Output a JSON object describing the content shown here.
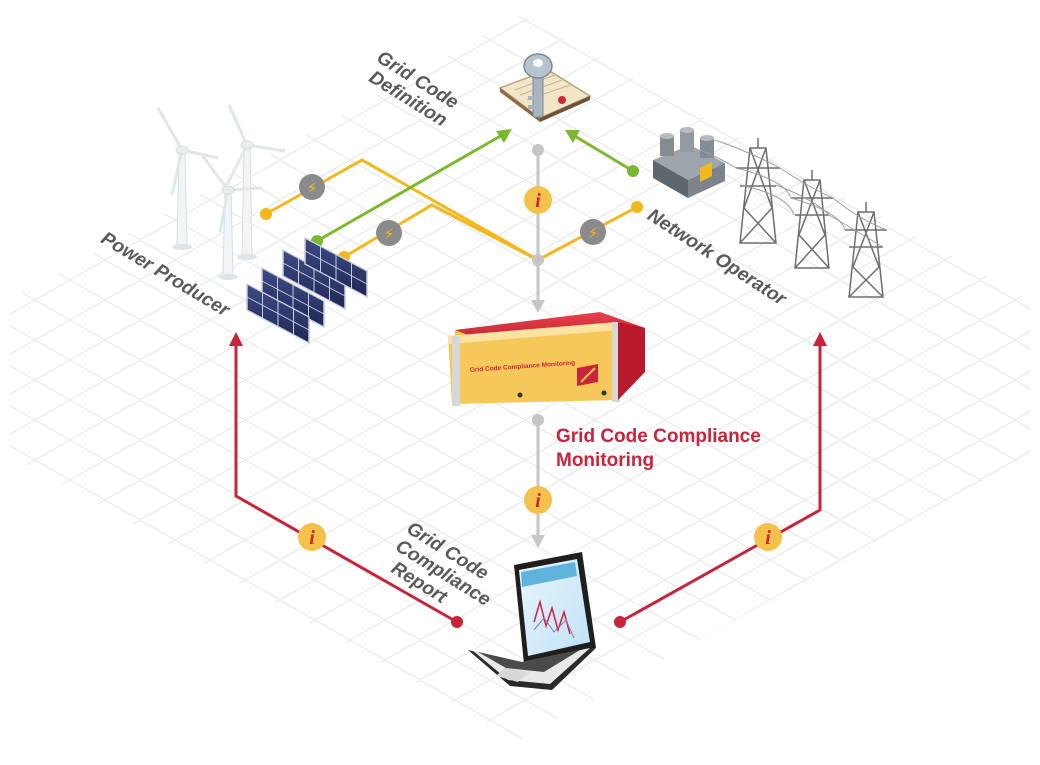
{
  "labels": {
    "grid_code_definition": [
      "Grid Code",
      "Definition"
    ],
    "network_operator": "Network Operator",
    "power_producer": "Power Producer",
    "monitoring": [
      "Grid Code Compliance",
      "Monitoring"
    ],
    "report": [
      "Grid Code",
      "Compliance",
      "Report"
    ]
  },
  "device": {
    "panel_title": "Grid Code Compliance Monitoring"
  },
  "badges": {
    "info_glyph": "i",
    "power_glyph": "⚡"
  },
  "icons": [
    "key-document-icon",
    "wind-turbine-icon",
    "solar-panel-icon",
    "substation-icon",
    "power-pylon-icon",
    "monitoring-device-icon",
    "laptop-icon",
    "info-icon",
    "power-icon"
  ],
  "colors": {
    "energy_line": "#f2b81c",
    "definition_line": "#7cb82f",
    "report_line": "#c8243c",
    "data_line": "#c6c6c6",
    "label_text": "#5a5a5a",
    "device_red": "#d8283a",
    "device_yellow": "#f4c24a",
    "info_badge": "#f4c24a"
  }
}
